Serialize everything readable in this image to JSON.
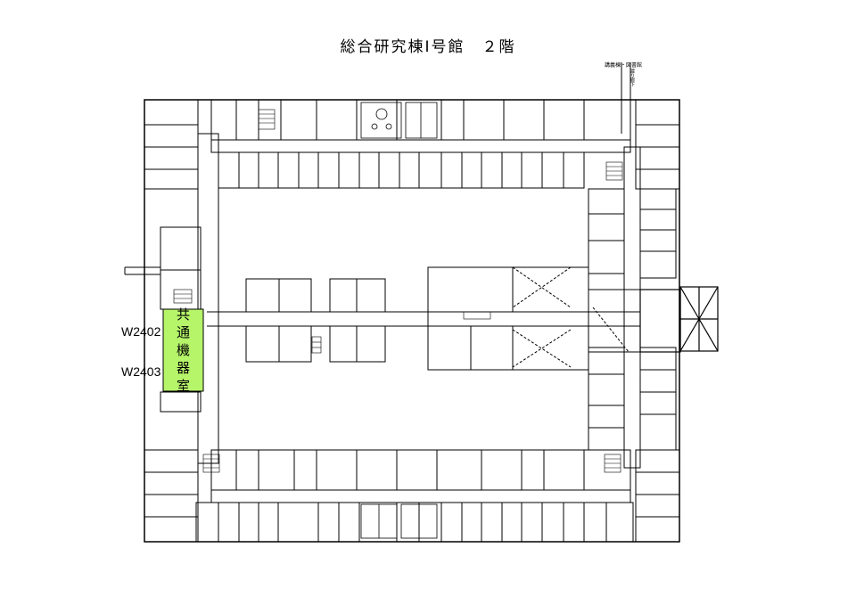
{
  "title": "総合研究棟Ⅰ号館　２階",
  "rooms": {
    "w2402": "W2402",
    "w2403": "W2403"
  },
  "highlight": {
    "chars": [
      "共",
      "通",
      "機",
      "器",
      "室"
    ],
    "color": "#b6f56a"
  },
  "annotations": {
    "lecture_building": "講義棟・図書館",
    "corridor": "渡り廊下"
  },
  "colors": {
    "wall": "#000000",
    "background": "#ffffff",
    "highlight_border": "#6a8f2a"
  }
}
